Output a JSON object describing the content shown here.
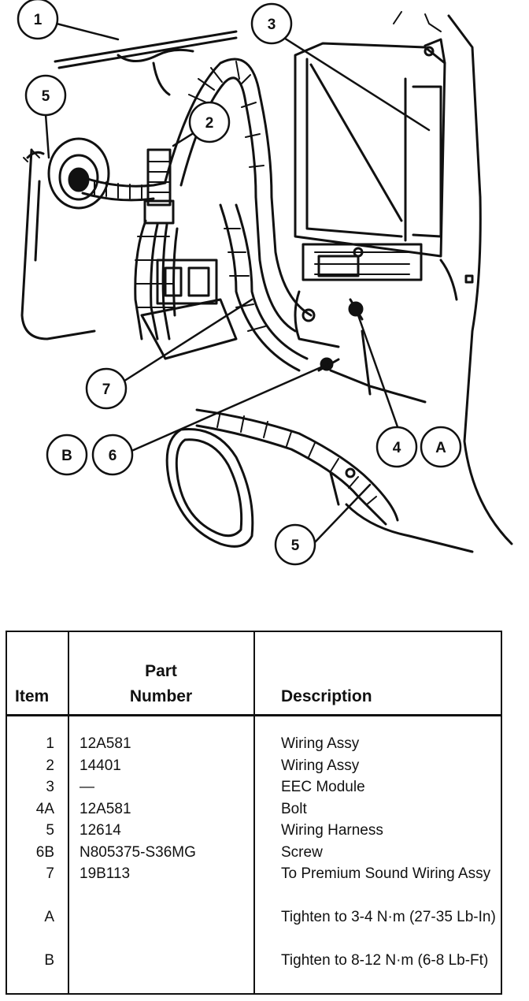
{
  "callouts": [
    {
      "id": "c1",
      "label": "1"
    },
    {
      "id": "c2",
      "label": "2"
    },
    {
      "id": "c3",
      "label": "3"
    },
    {
      "id": "c5a",
      "label": "5"
    },
    {
      "id": "c5b",
      "label": "5"
    },
    {
      "id": "c7",
      "label": "7"
    },
    {
      "id": "cB",
      "label": "B"
    },
    {
      "id": "c6",
      "label": "6"
    },
    {
      "id": "c4",
      "label": "4"
    },
    {
      "id": "cA",
      "label": "A"
    }
  ],
  "table": {
    "headers": {
      "item": "Item",
      "part_line1": "Part",
      "part_line2": "Number",
      "description": "Description"
    },
    "rows": [
      {
        "item": "1",
        "part": "12A581",
        "description": "Wiring Assy"
      },
      {
        "item": "2",
        "part": "14401",
        "description": "Wiring Assy"
      },
      {
        "item": "3",
        "part": "—",
        "description": "EEC Module"
      },
      {
        "item": "4A",
        "part": "12A581",
        "description": "Bolt"
      },
      {
        "item": "5",
        "part": "12614",
        "description": "Wiring Harness"
      },
      {
        "item": "6B",
        "part": "N805375-S36MG",
        "description": "Screw"
      },
      {
        "item": "7",
        "part": "19B113",
        "description": "To Premium Sound Wiring Assy"
      },
      {
        "item": "A",
        "part": "",
        "description": "Tighten to 3-4 N·m (27-35 Lb-In)"
      },
      {
        "item": "B",
        "part": "",
        "description": "Tighten to 8-12 N·m (6-8 Lb-Ft)"
      }
    ]
  }
}
